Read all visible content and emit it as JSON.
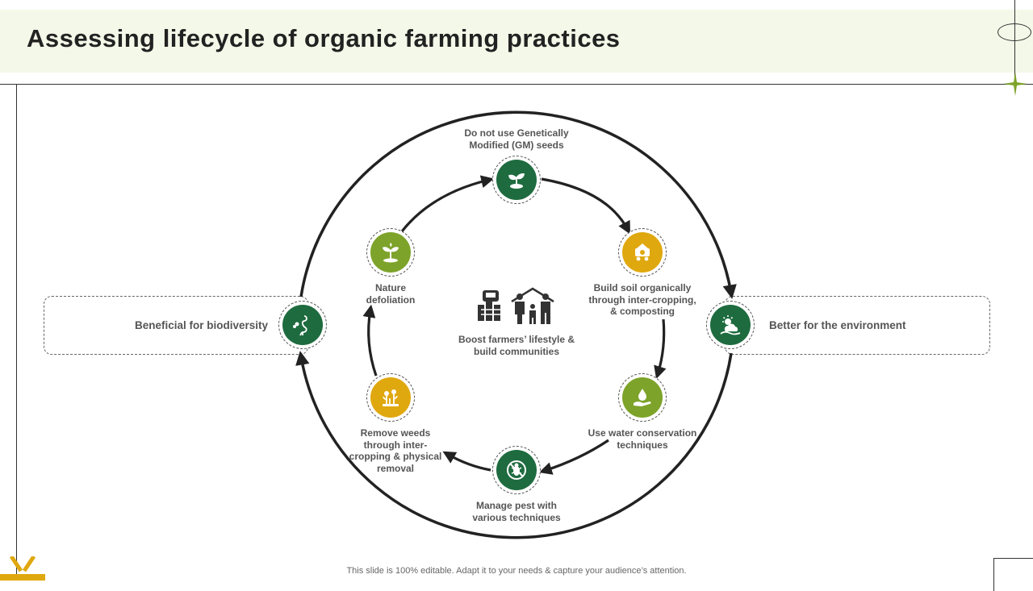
{
  "title": "Assessing lifecycle of organic farming practices",
  "colors": {
    "dark_green": "#1e6b3f",
    "olive_green": "#7da32a",
    "mustard": "#e0a80f",
    "title_band": "#f4f8e8",
    "outline": "#222222"
  },
  "sides": {
    "left": "Beneficial for biodiversity",
    "right": "Better for the environment"
  },
  "center": {
    "label": "Boost farmers’ lifestyle &\nbuild communities",
    "icon": "farm-family-icon"
  },
  "steps": [
    {
      "label": "Do not use Genetically\nModified (GM) seeds",
      "icon": "seed-sprout-icon",
      "color": "#1e6b3f"
    },
    {
      "label": "Build soil organically\nthrough inter-cropping,\n& composting",
      "icon": "compost-cart-icon",
      "color": "#e0a80f"
    },
    {
      "label": "Use water conservation\ntechniques",
      "icon": "water-hand-icon",
      "color": "#7da32a"
    },
    {
      "label": "Manage pest with\nvarious techniques",
      "icon": "no-pest-icon",
      "color": "#1e6b3f"
    },
    {
      "label": "Remove  weeds\nthrough inter-\ncropping & physical\nremoval",
      "icon": "weed-plants-icon",
      "color": "#e0a80f"
    },
    {
      "label": "Nature\ndefoliation",
      "icon": "plant-icon",
      "color": "#7da32a"
    }
  ],
  "outer_nodes": {
    "left": {
      "icon": "flamingo-butterfly-icon",
      "color": "#1e6b3f"
    },
    "right": {
      "icon": "sun-cloud-icon",
      "color": "#1e6b3f"
    }
  },
  "footer": "This slide is 100% editable. Adapt it to your needs & capture your audience’s attention."
}
